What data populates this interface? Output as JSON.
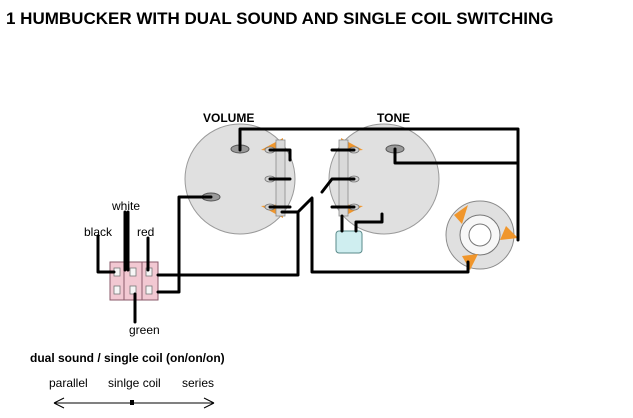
{
  "title": "1 HUMBUCKER WITH DUAL SOUND AND SINGLE COIL SWITCHING",
  "labels": {
    "volume": "VOLUME",
    "tone": "TONE",
    "white": "white",
    "black": "black",
    "red": "red",
    "green": "green"
  },
  "switch_caption": "dual sound / single coil (on/on/on)",
  "positions": {
    "parallel": "parallel",
    "single_coil": "sinlge coil",
    "series": "series"
  },
  "colors": {
    "pot_body": "#e0e0e0",
    "lug": "#f0962c",
    "switch_body": "#f2c8d2",
    "capacitor": "#cfeef0",
    "wire_black": "#000000",
    "wire_white": "#c8c8c8",
    "wire_red": "#b00000",
    "wire_green": "#2a6a5a"
  }
}
